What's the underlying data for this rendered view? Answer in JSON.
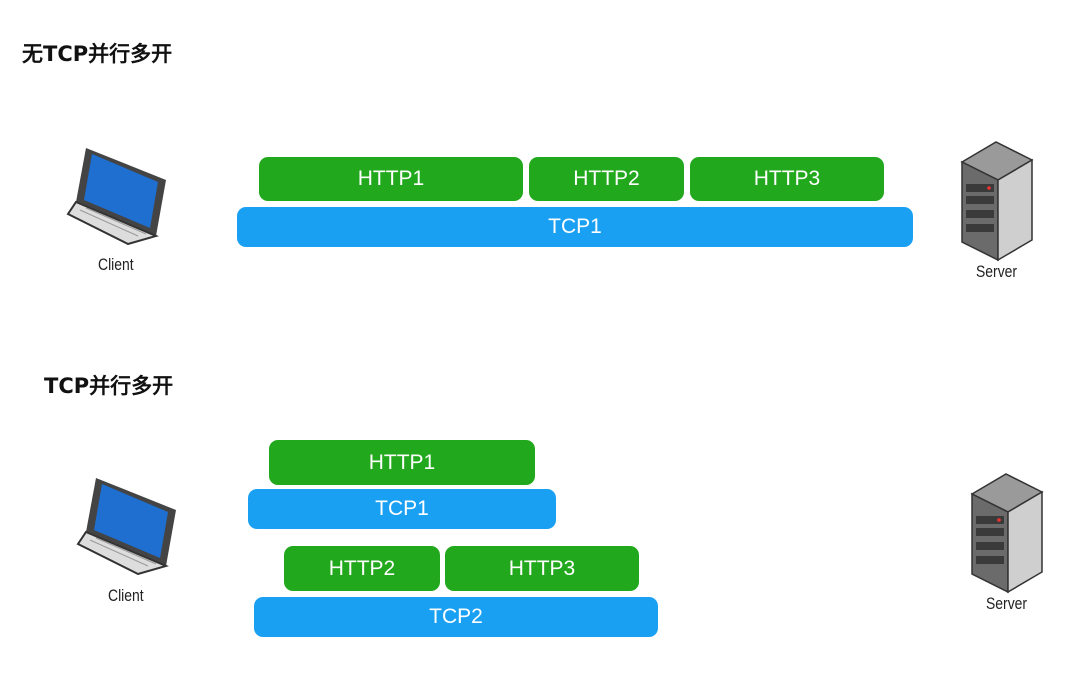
{
  "sections": [
    {
      "title": "无TCP并行多开",
      "client_label": "Client",
      "server_label": "Server",
      "http": [
        "HTTP1",
        "HTTP2",
        "HTTP3"
      ],
      "tcp": [
        "TCP1"
      ]
    },
    {
      "title": "TCP并行多开",
      "client_label": "Client",
      "server_label": "Server",
      "http": [
        "HTTP1",
        "HTTP2",
        "HTTP3"
      ],
      "tcp": [
        "TCP1",
        "TCP2"
      ]
    }
  ],
  "colors": {
    "http": "#22a81c",
    "tcp": "#1aa0f2",
    "laptop_screen": "#1e6fd0",
    "server_body": "#6b6b6b"
  },
  "icons": [
    "laptop-icon",
    "server-icon"
  ]
}
